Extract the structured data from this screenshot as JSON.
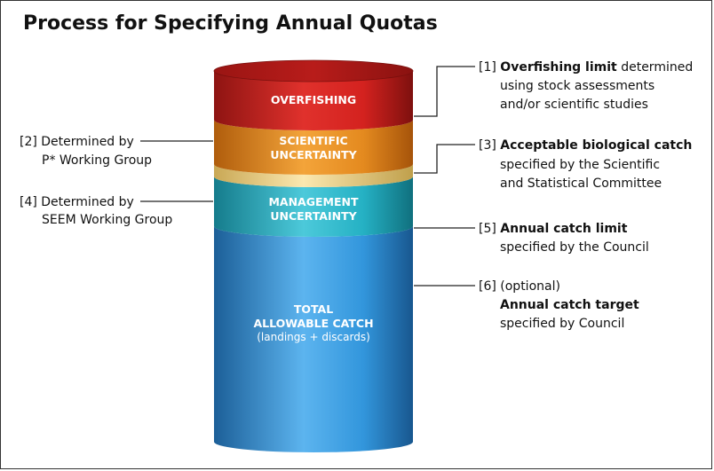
{
  "title": "Process for Specifying Annual Quotas",
  "segments": {
    "overfishing": {
      "label": "OVERFISHING",
      "color": "#cc2220"
    },
    "scientific": {
      "line1": "SCIENTIFIC",
      "line2": "UNCERTAINTY",
      "color": "#e48a1f"
    },
    "buffer": {
      "color": "#eed48a"
    },
    "management": {
      "line1": "MANAGEMENT",
      "line2": "UNCERTAINTY",
      "color": "#25b1c4"
    },
    "total": {
      "line1": "TOTAL",
      "line2": "ALLOWABLE CATCH",
      "line3": "(landings + discards)",
      "color": "#2e8fd4"
    }
  },
  "annotations": {
    "a1": {
      "num": "[1]",
      "bold": "Overfishing limit",
      "rest": " determined",
      "line2": "using stock assessments",
      "line3": "and/or scientific studies"
    },
    "a2": {
      "line1": "[2] Determined by",
      "line2": "P* Working Group"
    },
    "a3": {
      "num": "[3]",
      "bold": "Acceptable biological catch",
      "line2": "specified by the Scientific",
      "line3": "and Statistical Committee"
    },
    "a4": {
      "line1": "[4] Determined by",
      "line2": "SEEM Working Group"
    },
    "a5": {
      "num": "[5]",
      "bold": "Annual catch limit",
      "line2": "specified by the Council"
    },
    "a6": {
      "line1": "[6] (optional)",
      "bold": "Annual catch target",
      "line3": "specified by Council"
    }
  }
}
